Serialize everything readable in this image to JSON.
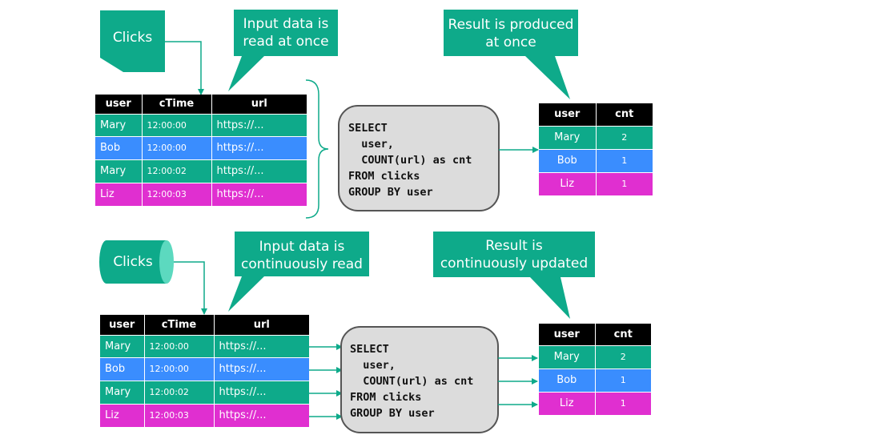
{
  "colors": {
    "green": "#0eaa8a",
    "blue": "#3a8dfe",
    "magenta": "#e02fd0",
    "header": "#000000",
    "query_fill": "#dcdcdc",
    "query_stroke": "#555555",
    "arrow": "#0eaa8a"
  },
  "batch": {
    "source_label": "Clicks",
    "source_shape": "document",
    "input_callout": "Input data is\nread at once",
    "result_callout": "Result is produced\nat once",
    "input_table": {
      "headers": [
        "user",
        "cTime",
        "url"
      ],
      "rows": [
        {
          "user": "Mary",
          "cTime": "12:00:00",
          "url": "https://...",
          "color": "green"
        },
        {
          "user": "Bob",
          "cTime": "12:00:00",
          "url": "https://...",
          "color": "blue"
        },
        {
          "user": "Mary",
          "cTime": "12:00:02",
          "url": "https://...",
          "color": "green"
        },
        {
          "user": "Liz",
          "cTime": "12:00:03",
          "url": "https://...",
          "color": "magenta"
        }
      ]
    },
    "query": "SELECT\n  user,\n  COUNT(url) as cnt\nFROM clicks\nGROUP BY user",
    "result_table": {
      "headers": [
        "user",
        "cnt"
      ],
      "rows": [
        {
          "user": "Mary",
          "cnt": "2",
          "color": "green"
        },
        {
          "user": "Bob",
          "cnt": "1",
          "color": "blue"
        },
        {
          "user": "Liz",
          "cnt": "1",
          "color": "magenta"
        }
      ]
    }
  },
  "stream": {
    "source_label": "Clicks",
    "source_shape": "cylinder",
    "input_callout": "Input data is\ncontinuously read",
    "result_callout": "Result is\ncontinuously updated",
    "input_table": {
      "headers": [
        "user",
        "cTime",
        "url"
      ],
      "rows": [
        {
          "user": "Mary",
          "cTime": "12:00:00",
          "url": "https://...",
          "color": "green"
        },
        {
          "user": "Bob",
          "cTime": "12:00:00",
          "url": "https://...",
          "color": "blue"
        },
        {
          "user": "Mary",
          "cTime": "12:00:02",
          "url": "https://...",
          "color": "green"
        },
        {
          "user": "Liz",
          "cTime": "12:00:03",
          "url": "https://...",
          "color": "magenta"
        }
      ]
    },
    "query": "SELECT\n  user,\n  COUNT(url) as cnt\nFROM clicks\nGROUP BY user",
    "result_table": {
      "headers": [
        "user",
        "cnt"
      ],
      "rows": [
        {
          "user": "Mary",
          "cnt": "2",
          "color": "green"
        },
        {
          "user": "Bob",
          "cnt": "1",
          "color": "blue"
        },
        {
          "user": "Liz",
          "cnt": "1",
          "color": "magenta"
        }
      ]
    }
  }
}
